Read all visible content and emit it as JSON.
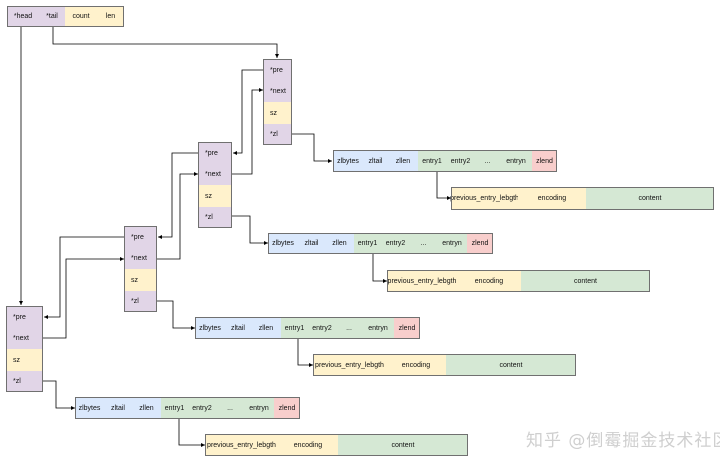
{
  "list_header": {
    "fields": [
      "*head",
      "*tail",
      "count",
      "len"
    ]
  },
  "quicklist_nodes": [
    {
      "fields": [
        "*pre",
        "*next",
        "sz",
        "*zl"
      ]
    },
    {
      "fields": [
        "*pre",
        "*next",
        "sz",
        "*zl"
      ]
    },
    {
      "fields": [
        "*pre",
        "*next",
        "sz",
        "*zl"
      ]
    },
    {
      "fields": [
        "*pre",
        "*next",
        "sz",
        "*zl"
      ]
    }
  ],
  "ziplist": {
    "fields": [
      "zlbytes",
      "zltail",
      "zllen",
      "entry1",
      "entry2",
      "...",
      "entryn",
      "zlend"
    ]
  },
  "entry": {
    "fields": [
      "previous_entry_lebgth",
      "encoding",
      "content"
    ]
  },
  "watermark": "知乎 @倒霉掘金技术社区",
  "colors": {
    "purple": "#e1d5e7",
    "yellow": "#fff2cc",
    "blue": "#dae8fc",
    "green": "#d5e8d4",
    "red": "#f8cecc",
    "line": "#000000"
  }
}
